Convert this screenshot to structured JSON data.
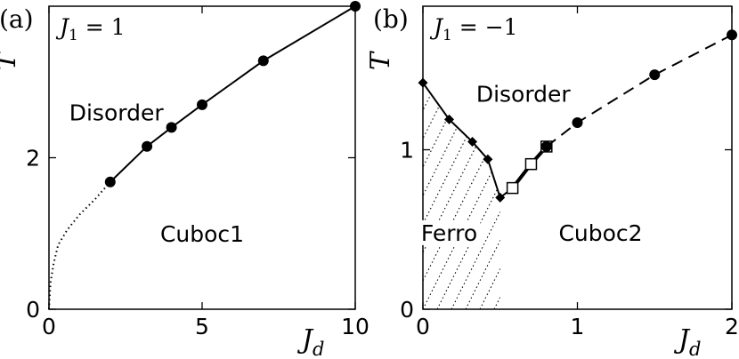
{
  "chart_data": [
    {
      "panel_label": "(a)",
      "type": "line",
      "coupling_label": "J",
      "coupling_sub": "1",
      "coupling_value": " = 1",
      "xlabel": "J",
      "xlabel_sub": "d",
      "ylabel": "T",
      "xlim": [
        0,
        10
      ],
      "ylim": [
        0,
        4
      ],
      "x_ticks": [
        0,
        5,
        10
      ],
      "x_tick_labels": [
        "0",
        "5",
        "10"
      ],
      "y_ticks": [
        0,
        2
      ],
      "y_tick_labels": [
        "0",
        "2"
      ],
      "regions": [
        {
          "label": "Disorder",
          "x": 2.2,
          "y": 2.6
        },
        {
          "label": "Cuboc1",
          "x": 5.0,
          "y": 1.0
        }
      ],
      "series": [
        {
          "style": "solid",
          "marker": "circle",
          "x": [
            2,
            3.2,
            4,
            5,
            7,
            10
          ],
          "y": [
            1.68,
            2.15,
            2.4,
            2.7,
            3.28,
            4.0
          ]
        },
        {
          "style": "dotted",
          "marker": "none",
          "x": [
            0,
            0.05,
            0.15,
            0.3,
            0.6,
            1.0,
            1.5,
            2.0
          ],
          "y": [
            0,
            0.35,
            0.6,
            0.85,
            1.05,
            1.25,
            1.45,
            1.68
          ]
        }
      ]
    },
    {
      "panel_label": "(b)",
      "type": "line",
      "coupling_label": "J",
      "coupling_sub": "1",
      "coupling_value": " = −1",
      "xlabel": "J",
      "xlabel_sub": "d",
      "ylabel": "T",
      "xlim": [
        0,
        2
      ],
      "ylim": [
        0,
        1.9
      ],
      "x_ticks": [
        0,
        1,
        2
      ],
      "x_tick_labels": [
        "0",
        "1",
        "2"
      ],
      "y_ticks": [
        0,
        1
      ],
      "y_tick_labels": [
        "0",
        "1"
      ],
      "regions": [
        {
          "label": "Disorder",
          "x": 0.65,
          "y": 1.35
        },
        {
          "label": "Ferro",
          "x": 0.17,
          "y": 0.48
        },
        {
          "label": "Cuboc2",
          "x": 1.15,
          "y": 0.48
        }
      ],
      "hatched_region": {
        "x_max": 0.5
      },
      "series": [
        {
          "style": "solid",
          "marker": "diamond",
          "x": [
            0,
            0.17,
            0.32,
            0.42,
            0.5
          ],
          "y": [
            1.42,
            1.19,
            1.05,
            0.94,
            0.7
          ]
        },
        {
          "style": "solid",
          "marker": "none",
          "x": [
            0.5,
            0.58
          ],
          "y": [
            0.7,
            0.76
          ]
        },
        {
          "style": "thick",
          "marker": "square",
          "x": [
            0.58,
            0.7,
            0.8
          ],
          "y": [
            0.76,
            0.91,
            1.02
          ]
        },
        {
          "style": "dashed",
          "marker": "circle",
          "x": [
            0.8,
            1.0,
            1.5,
            2.0
          ],
          "y": [
            1.02,
            1.17,
            1.47,
            1.72
          ]
        }
      ]
    }
  ]
}
